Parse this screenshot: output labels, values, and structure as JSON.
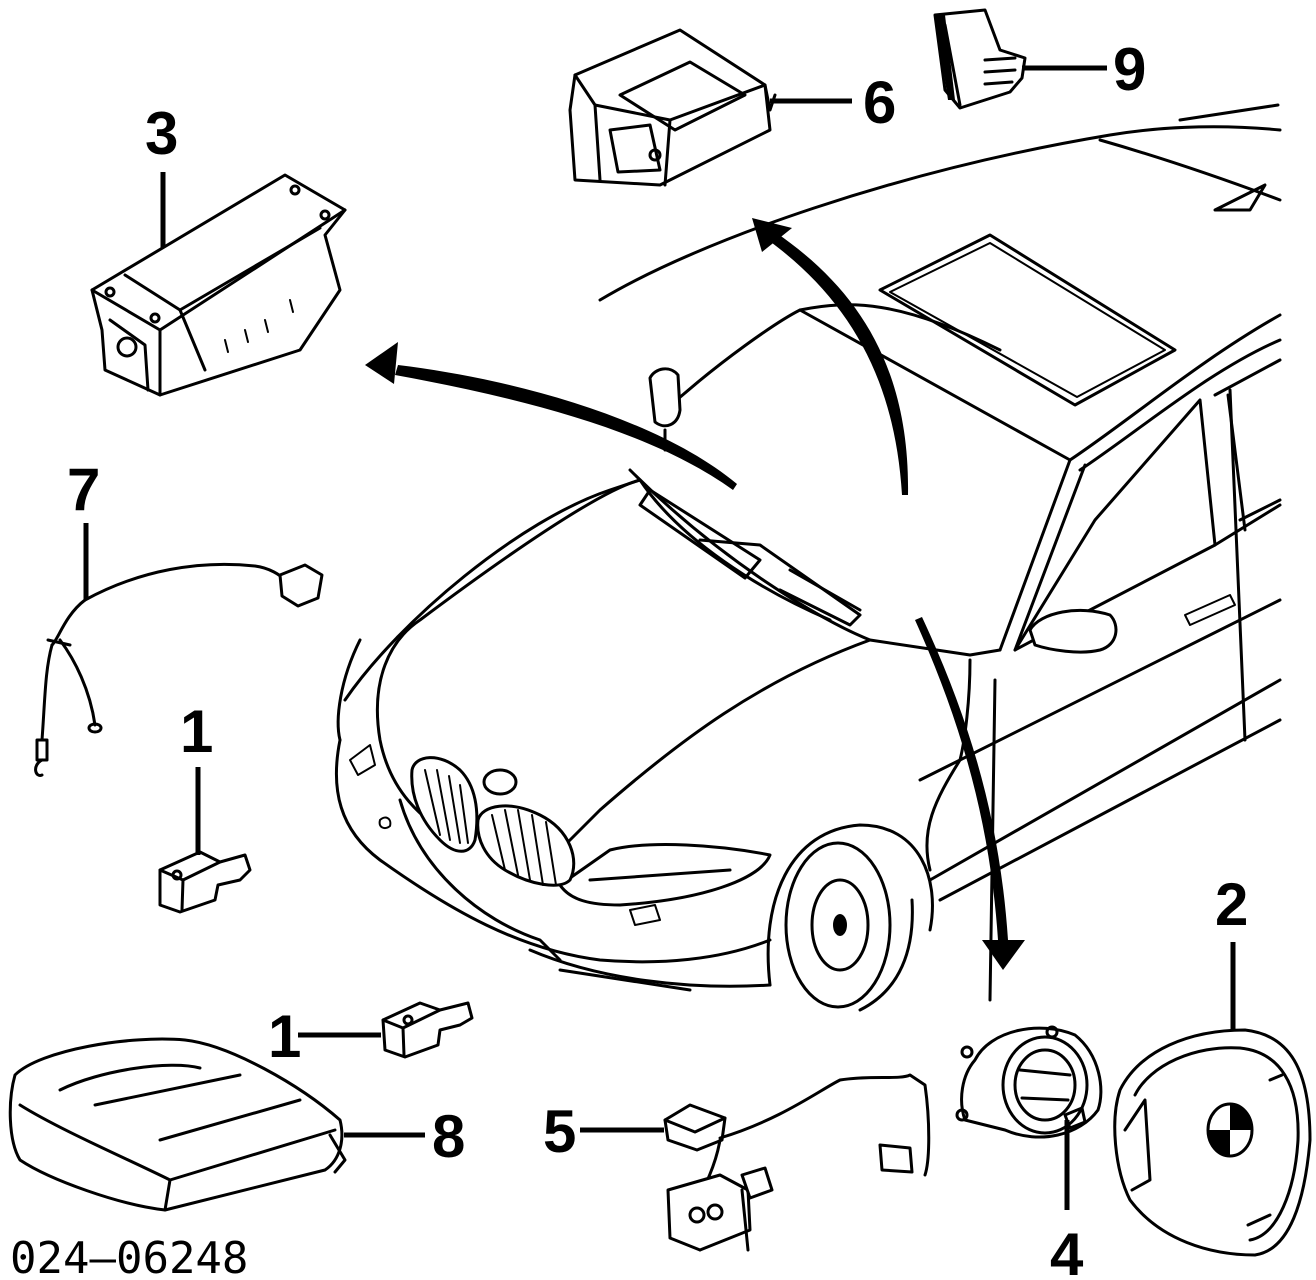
{
  "diagram": {
    "reference_code": "024–06248",
    "callouts": {
      "c1_upper": "1",
      "c1_lower": "1",
      "c2": "2",
      "c3": "3",
      "c4": "4",
      "c5": "5",
      "c6": "6",
      "c7": "7",
      "c8": "8",
      "c9": "9"
    }
  }
}
